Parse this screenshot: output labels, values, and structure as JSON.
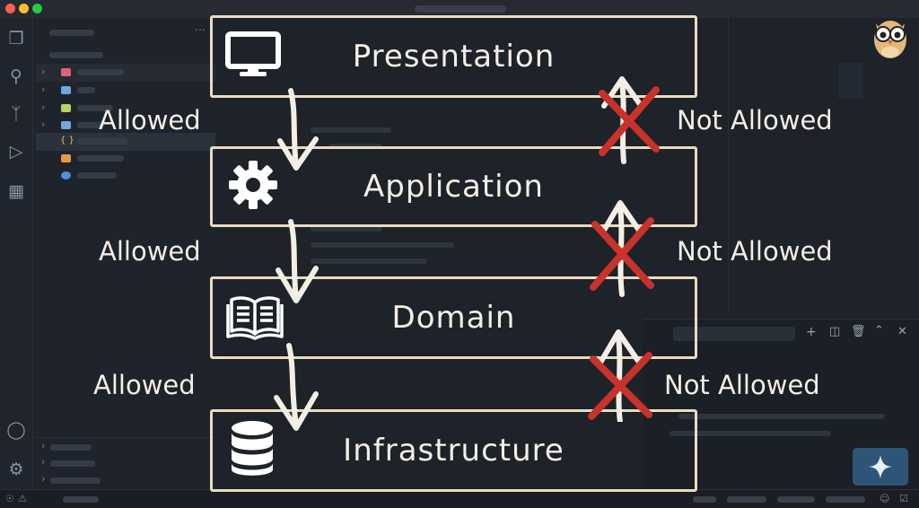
{
  "layers": [
    {
      "name": "Presentation",
      "icon": "monitor-icon"
    },
    {
      "name": "Application",
      "icon": "gear-icon"
    },
    {
      "name": "Domain",
      "icon": "book-icon"
    },
    {
      "name": "Infrastructure",
      "icon": "database-icon"
    }
  ],
  "allowed_label": "Allowed",
  "not_allowed_label": "Not Allowed",
  "colors": {
    "background": "#1e2229",
    "frame": "#e9dcc2",
    "text": "#f4efe6",
    "cross": "#c8322b",
    "arrow": "#f4efe6"
  }
}
